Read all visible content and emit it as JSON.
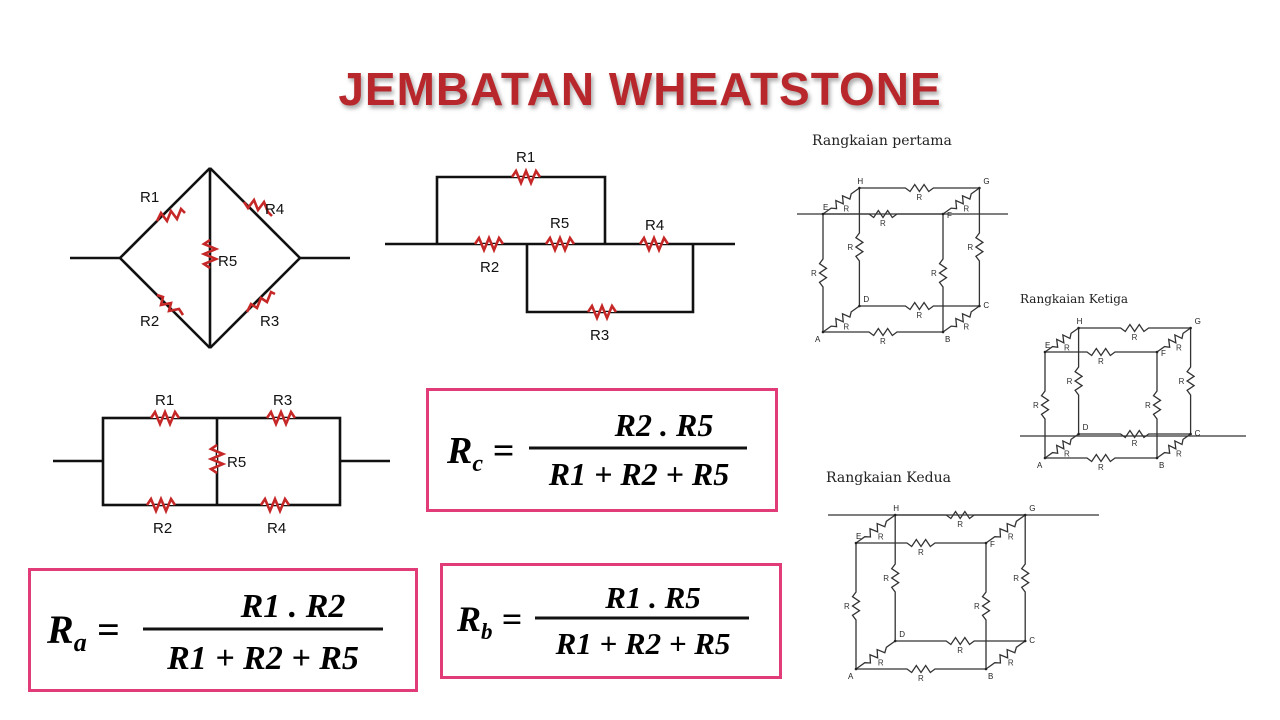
{
  "title": "JEMBATAN WHEATSTONE",
  "colors": {
    "title": "#b8272b",
    "resistor": "#c62828",
    "box": "#e23c78"
  },
  "diagram1": {
    "labels": [
      "R1",
      "R4",
      "R5",
      "R2",
      "R3"
    ]
  },
  "diagram2": {
    "labels": [
      "R1",
      "R5",
      "R4",
      "R2",
      "R3"
    ]
  },
  "diagram3": {
    "labels": [
      "R1",
      "R3",
      "R5",
      "R2",
      "R4"
    ]
  },
  "formulas": {
    "rc": {
      "lhs": "R_c",
      "num": "R2 . R5",
      "den": "R1 + R2 + R5"
    },
    "ra": {
      "lhs": "R_a",
      "num": "R1 . R2",
      "den": "R1 + R2 + R5"
    },
    "rb": {
      "lhs": "R_b",
      "num": "R1 . R5",
      "den": "R1 + R2 + R5"
    }
  },
  "cubes": {
    "pertama": {
      "caption": "Rangkaian pertama"
    },
    "ketiga": {
      "caption": "Rangkaian Ketiga"
    },
    "kedua": {
      "caption": "Rangkaian Kedua"
    },
    "node_labels": [
      "A",
      "B",
      "C",
      "D",
      "E",
      "F",
      "G",
      "H"
    ],
    "resistor_label": "R"
  }
}
